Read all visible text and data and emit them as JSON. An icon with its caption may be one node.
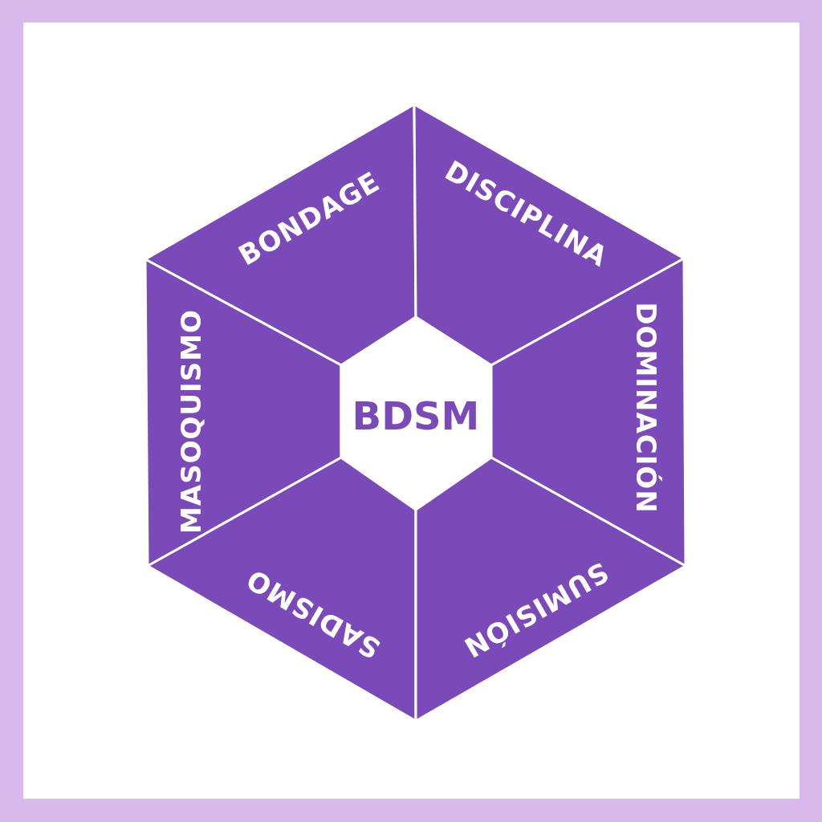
{
  "diagram": {
    "nodes": [
      {
        "text": [
          "BONDAGE"
        ]
      },
      {
        "text": [
          "DISCIPLINA"
        ]
      },
      {
        "text": [
          "MASOQUISMO"
        ]
      },
      {
        "text": [
          "BDSM"
        ]
      },
      {
        "text": [
          "DOMINACIÓN"
        ]
      },
      {
        "text": [
          "SADISMO"
        ]
      },
      {
        "text": [
          "SUMISIÓN"
        ]
      }
    ],
    "edges": []
  }
}
